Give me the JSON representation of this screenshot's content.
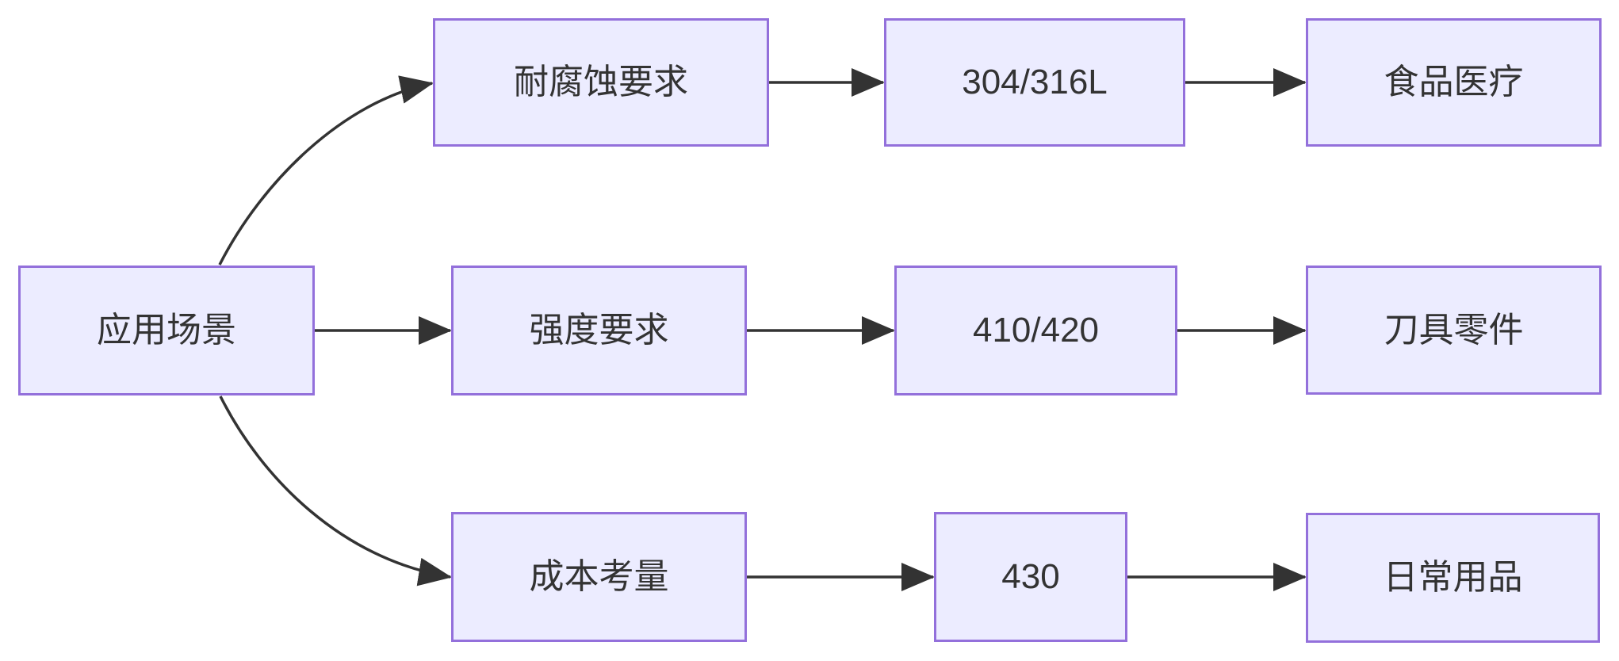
{
  "diagram": {
    "kind": "flowchart",
    "direction": "left-to-right",
    "root_label": "应用场景",
    "branches": [
      {
        "criterion": "耐腐蚀要求",
        "grade": "304/316L",
        "application": "食品医疗"
      },
      {
        "criterion": "强度要求",
        "grade": "410/420",
        "application": "刀具零件"
      },
      {
        "criterion": "成本考量",
        "grade": "430",
        "application": "日常用品"
      }
    ],
    "colors": {
      "node_fill": "#ECECFF",
      "node_border": "#9370DB",
      "edge": "#333333",
      "text": "#333333",
      "background": "#FFFFFF"
    }
  }
}
